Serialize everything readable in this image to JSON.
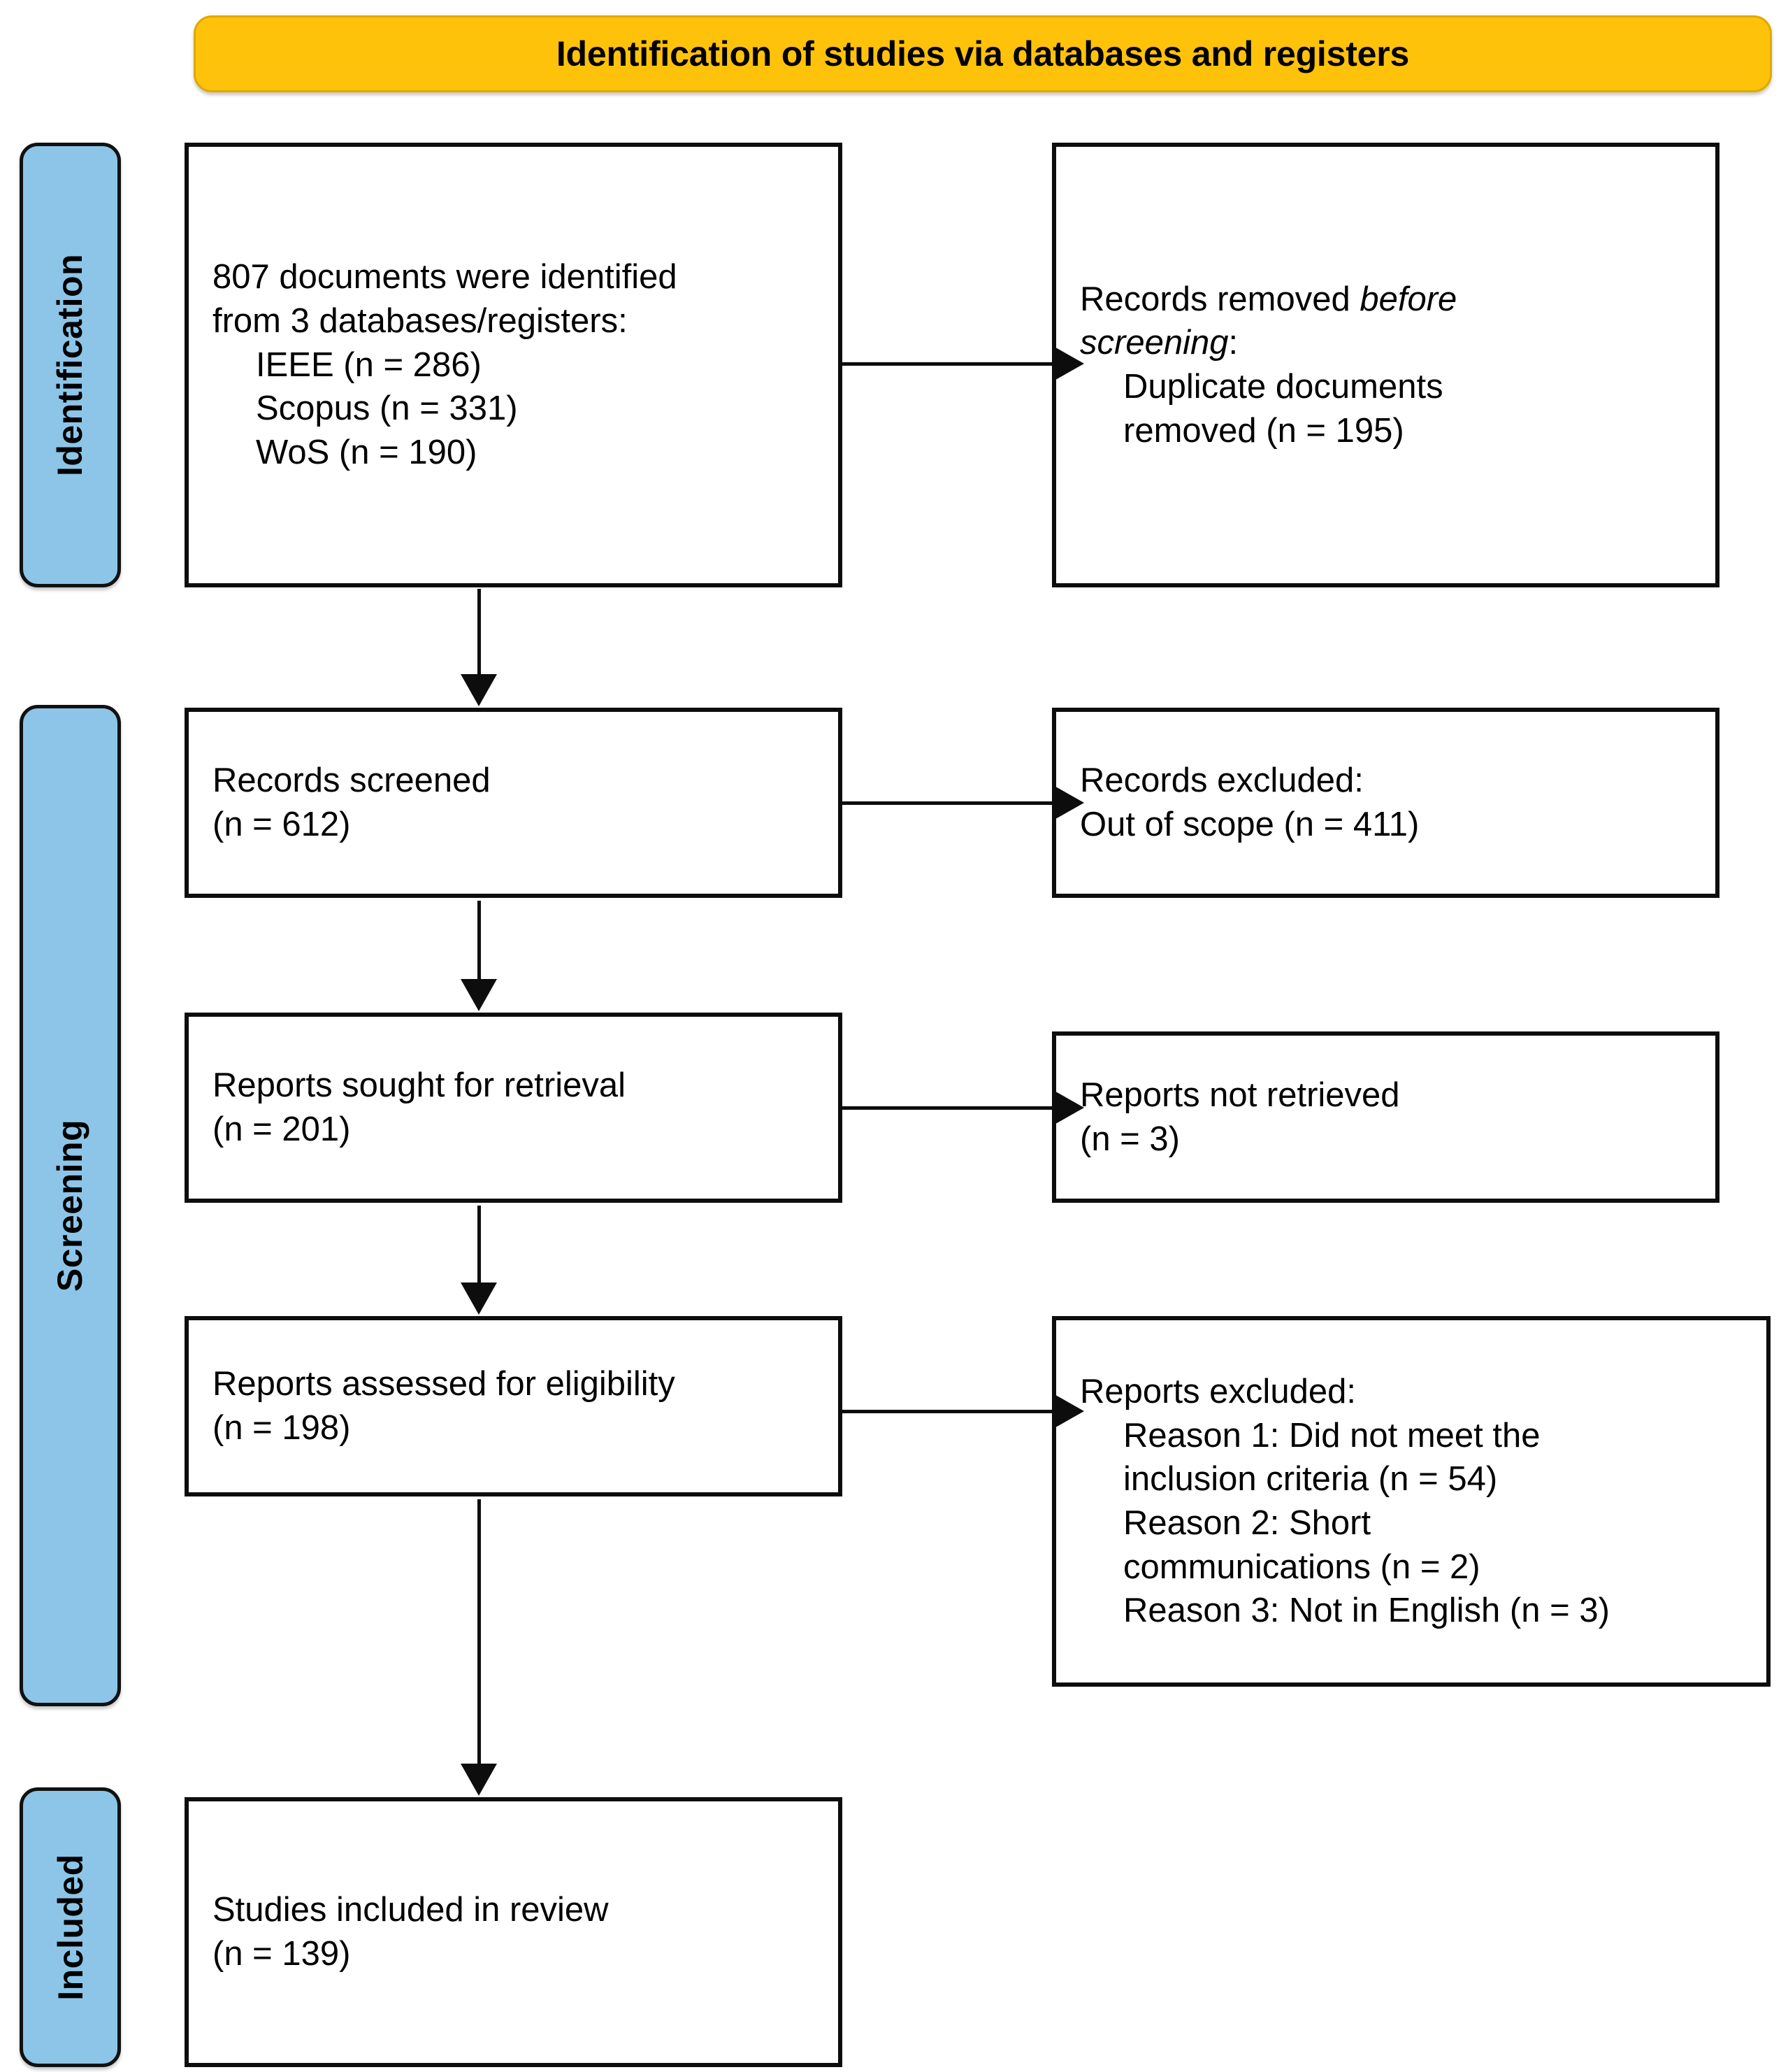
{
  "header": {
    "title": "Identification of studies via databases and registers",
    "background_color": "#FFC20A",
    "text_color": "#000000"
  },
  "stage_labels": {
    "background_color": "#8DC5E8",
    "identification": "Identification",
    "screening": "Screening",
    "included": "Included"
  },
  "boxes": {
    "identified": {
      "line1": "807 documents were identified",
      "line2": "from 3 databases/registers:",
      "line3": "IEEE (n = 286)",
      "line4": "Scopus (n = 331)",
      "line5": "WoS (n = 190)"
    },
    "removed_before_screening": {
      "line1_prefix": "Records removed ",
      "line1_italic": "before",
      "line2_italic": "screening",
      "line2_suffix": ":",
      "line3": "Duplicate documents",
      "line4": "removed (n = 195)"
    },
    "records_screened": {
      "line1": "Records screened",
      "line2": "(n = 612)"
    },
    "records_excluded": {
      "line1": "Records excluded:",
      "line2": "Out of scope (n = 411)"
    },
    "reports_sought": {
      "line1": "Reports sought for retrieval",
      "line2": "(n = 201)"
    },
    "reports_not_retrieved": {
      "line1": "Reports not retrieved",
      "line2": "(n = 3)"
    },
    "reports_assessed": {
      "line1": "Reports assessed for eligibility",
      "line2": "(n = 198)"
    },
    "reports_excluded": {
      "line1": "Reports excluded:",
      "line2": "Reason 1: Did not meet the",
      "line3": "inclusion criteria (n = 54)",
      "line4": "Reason 2: Short",
      "line5": "communications (n = 2)",
      "line6": "Reason 3: Not in English (n = 3)"
    },
    "studies_included": {
      "line1": "Studies included in review",
      "line2": "(n = 139)"
    }
  },
  "chart_data": {
    "type": "diagram",
    "title": "Identification of studies via databases and registers",
    "stages": [
      {
        "stage": "Identification",
        "nodes": [
          {
            "label": "807 documents were identified from 3 databases/registers",
            "n": 807,
            "sources": [
              {
                "name": "IEEE",
                "n": 286
              },
              {
                "name": "Scopus",
                "n": 331
              },
              {
                "name": "WoS",
                "n": 190
              }
            ]
          },
          {
            "label": "Records removed before screening: Duplicate documents removed",
            "n": 195
          }
        ]
      },
      {
        "stage": "Screening",
        "nodes": [
          {
            "label": "Records screened",
            "n": 612
          },
          {
            "label": "Records excluded: Out of scope",
            "n": 411
          },
          {
            "label": "Reports sought for retrieval",
            "n": 201
          },
          {
            "label": "Reports not retrieved",
            "n": 3
          },
          {
            "label": "Reports assessed for eligibility",
            "n": 198
          },
          {
            "label": "Reports excluded",
            "reasons": [
              {
                "reason": "Reason 1: Did not meet the inclusion criteria",
                "n": 54
              },
              {
                "reason": "Reason 2: Short communications",
                "n": 2
              },
              {
                "reason": "Reason 3: Not in English",
                "n": 3
              }
            ]
          }
        ]
      },
      {
        "stage": "Included",
        "nodes": [
          {
            "label": "Studies included in review",
            "n": 139
          }
        ]
      }
    ]
  }
}
